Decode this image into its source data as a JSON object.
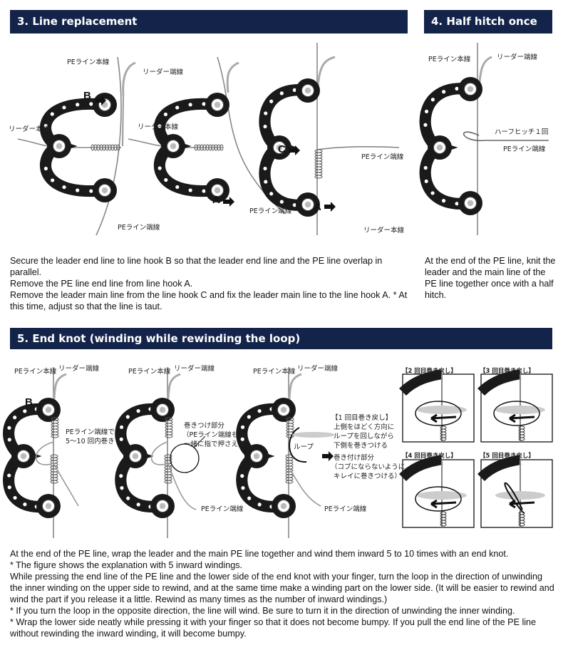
{
  "sections": {
    "line_replacement": {
      "title": "3. Line replacement",
      "labels": {
        "d1_pe_main": "PEライン本線",
        "d1_leader_end": "リーダー端線",
        "d1_leader_main": "リーダー本線",
        "d1_pe_end": "PEライン端線",
        "d2_leader_main": "リーダー本線",
        "d2_pe_end": "PEライン端線",
        "d3_pe_end": "PEライン端線",
        "d3_leader_main": "リーダー本線",
        "hook_b": "B",
        "hook_a1": "A",
        "hook_c": "C",
        "hook_a2": "A"
      },
      "text": [
        "Secure the leader end line to line hook B so that the leader end line and the PE line overlap in parallel.",
        "Remove the PE line end line from line hook A.",
        "Remove the leader main line from the line hook C and fix the leader main line to the line hook A. * At this time, adjust so that the line is taut."
      ]
    },
    "half_hitch": {
      "title": "4. Half hitch once",
      "labels": {
        "pe_main": "PEライン本線",
        "leader_end": "リーダー端線",
        "half_hitch": "ハーフヒッチ１回",
        "pe_end": "PEライン端線"
      },
      "text": "At the end of the PE line, knit the leader and the main line of the PE line together once with a half hitch."
    },
    "end_knot": {
      "title": "5. End knot (winding while rewinding the loop)",
      "labels": {
        "d1_pe_main": "PEライン本線",
        "d1_leader_end": "リーダー端線",
        "d1_hook_b": "B",
        "d1_note_1": "PEライン端線で",
        "d1_note_2": "5〜10 回内巻き",
        "d2_pe_main": "PEライン本線",
        "d2_leader_end": "リーダー端線",
        "d2_note_1": "巻きつけ部分",
        "d2_note_2": "（PEライン端線も",
        "d2_note_3": "一緒に指で押さえる）",
        "d2_pe_end": "PEライン端線",
        "d3_pe_main": "PEライン本線",
        "d3_leader_end": "リーダー端線",
        "d3_note_1": "【1 回目巻き戻し】",
        "d3_note_2": "上側をほどく方向に",
        "d3_note_3": "ループを回しながら",
        "d3_note_4": "下側を巻きつける",
        "d3_loop": "ループ",
        "d3_wind_1": "巻き付け部分",
        "d3_wind_2": "（コブにならないように",
        "d3_wind_3": "キレイに巻きつける）",
        "d3_pe_end": "PEライン端線"
      },
      "steps": [
        "【2 回目巻き戻し】",
        "【3 回目巻き戻し】",
        "【4 回目巻き戻し】",
        "【5 回目巻き戻し】"
      ],
      "text": [
        "At the end of the PE line, wrap the leader and the main PE line together and wind them inward 5 to 10 times with an end knot.",
        "* The figure shows the explanation with 5 inward windings.",
        "While pressing the end line of the PE line and the lower side of the end knot with your finger, turn the loop in the direction of unwinding the inner winding on the upper side to rewind, and at the same time make a winding part on the lower side. (It will be easier to rewind and wind the part if you release it a little. Rewind as many times as the number of inward windings.)",
        "* If you turn the loop in the opposite direction, the line will wind. Be sure to turn it in the direction of unwinding the inner winding.",
        "* Wrap the lower side neatly while pressing it with your finger so that it does not become bumpy. If you pull the end line of the PE line without rewinding the inward winding, it will become bumpy."
      ]
    }
  },
  "colors": {
    "header_bg": "#13234a",
    "tool": "#1a1a1a",
    "line": "#888888"
  }
}
